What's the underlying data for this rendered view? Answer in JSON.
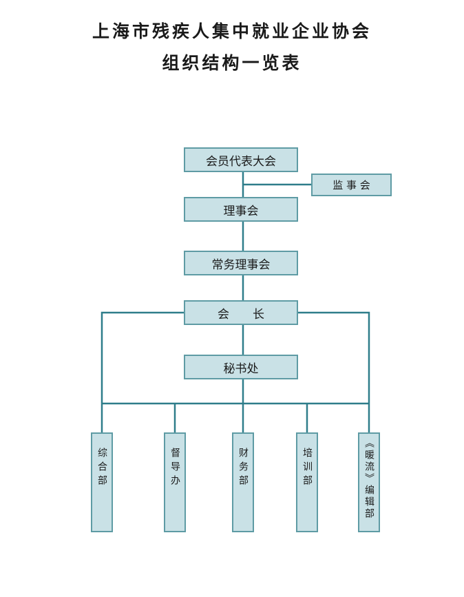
{
  "title": {
    "line1": "上海市残疾人集中就业企业协会",
    "line2": "组织结构一览表"
  },
  "org": {
    "assembly": "会员代表大会",
    "supervisory": "监 事 会",
    "council": "理事会",
    "standing_council": "常务理事会",
    "president": "会　　长",
    "secretariat": "秘书处",
    "departments": [
      "综合部",
      "督导办",
      "财务部",
      "培训部",
      "《暖流》编辑部"
    ]
  },
  "colors": {
    "box_fill": "#c9e1e6",
    "box_border": "#5e9ba4",
    "connector": "#2e7d8a"
  }
}
